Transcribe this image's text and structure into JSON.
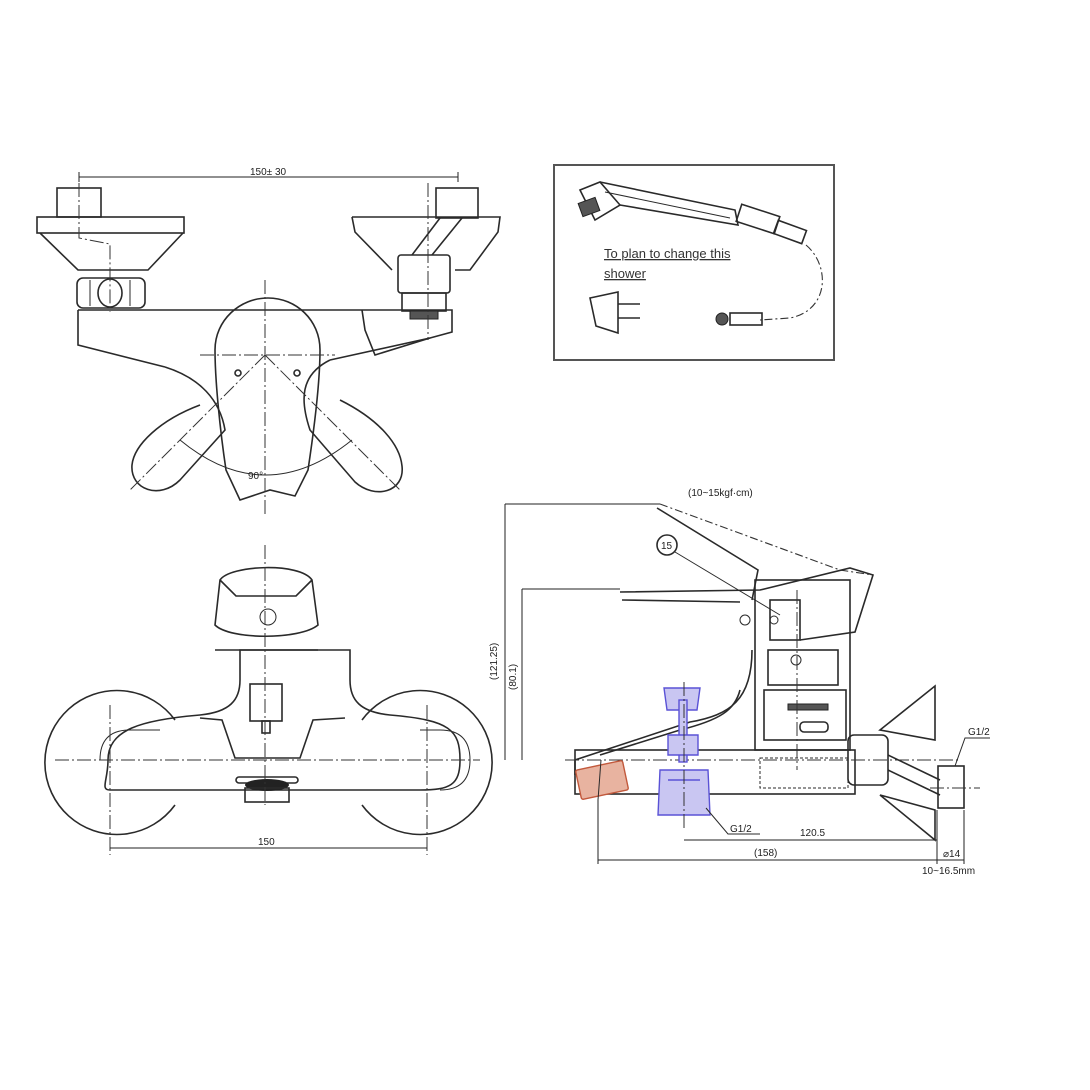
{
  "drawing": {
    "subject": "Wall-mounted single-lever bath/shower mixer faucet — technical drawing",
    "colors": {
      "line": "#2a2a2a",
      "hot_part_fill": "#e8b3a0",
      "hot_part_stroke": "#c2593c",
      "cold_part_fill": "#c9c6f2",
      "cold_part_stroke": "#5a52d6",
      "background": "#ffffff"
    }
  },
  "top_view": {
    "inlet_spacing_label": "150± 30",
    "lever_rotation_label": "90°"
  },
  "inset_box": {
    "caption_line1": "To plan to change this",
    "caption_line2": "shower"
  },
  "front_view": {
    "outlet_spacing_label": "150"
  },
  "side_view": {
    "torque_label": "(10~15kgf·cm)",
    "callout_number": "15",
    "height_total_label": "(121.25)",
    "height_spout_label": "(80.1)",
    "thread_inlet_label": "G1/2",
    "thread_outlet_label": "G1/2",
    "depth_label": "120.5",
    "overall_depth_label": "(158)",
    "wall_thickness_label": "⌀14",
    "wall_range_label": "10~16.5mm"
  }
}
